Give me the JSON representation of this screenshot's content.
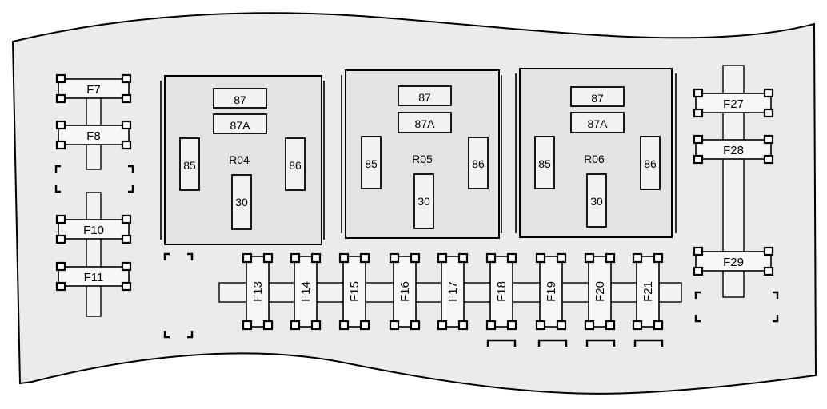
{
  "relays": [
    {
      "name": "R04",
      "pins": {
        "p87": "87",
        "p87a": "87A",
        "p85": "85",
        "p86": "86",
        "p30": "30"
      }
    },
    {
      "name": "R05",
      "pins": {
        "p87": "87",
        "p87a": "87A",
        "p85": "85",
        "p86": "86",
        "p30": "30"
      }
    },
    {
      "name": "R06",
      "pins": {
        "p87": "87",
        "p87a": "87A",
        "p85": "85",
        "p86": "86",
        "p30": "30"
      }
    }
  ],
  "fuses_left": [
    "F7",
    "F8",
    "F10",
    "F11"
  ],
  "fuses_right": [
    "F27",
    "F28",
    "F29"
  ],
  "fuses_bottom": [
    "F13",
    "F14",
    "F15",
    "F16",
    "F17",
    "F18",
    "F19",
    "F20",
    "F21"
  ]
}
